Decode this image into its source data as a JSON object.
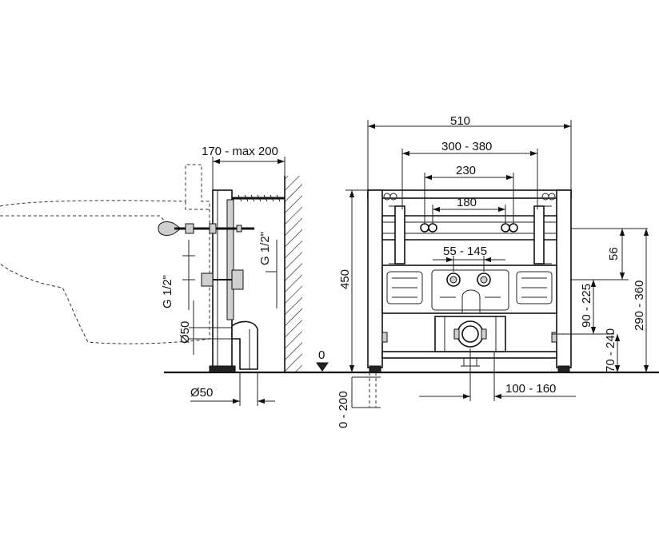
{
  "drawing": {
    "side_view": {
      "depth_label": "170 - max 200",
      "supply_label_left": "G 1/2\"",
      "supply_label_right": "G 1/2\"",
      "waste_label_vertical": "Ø50",
      "waste_label_bottom": "Ø50"
    },
    "front_view": {
      "width_label": "510",
      "bracket_spacing_label": "300 - 380",
      "fixing_spacing_label": "230",
      "bolt_spacing_label": "180",
      "supply_spacing_label": "55 - 145",
      "waste_offset_label": "100 - 160",
      "height_label": "450",
      "floor_zero_label": "0",
      "foot_adjust_label": "0 - 200",
      "supply_top_label": "56",
      "supply_height_label": "90 - 225",
      "waste_height_label": "70 - 240",
      "fixing_height_label": "290 - 360"
    }
  }
}
